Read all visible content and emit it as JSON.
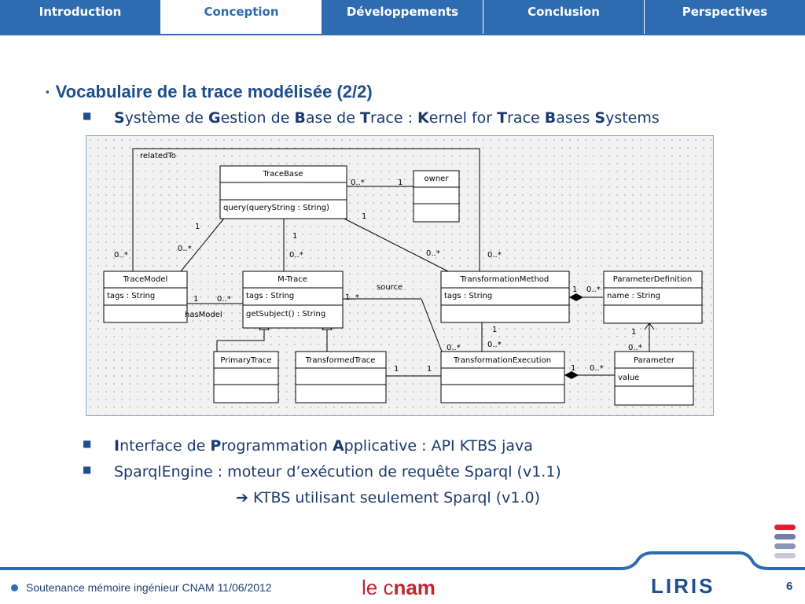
{
  "nav": {
    "tabs": [
      {
        "label": "Introduction"
      },
      {
        "label": "Conception"
      },
      {
        "label": "Développements"
      },
      {
        "label": "Conclusion"
      },
      {
        "label": "Perspectives"
      }
    ],
    "active_tab": "Conception"
  },
  "slide": {
    "heading_marker": "▪",
    "heading": "Vocabulaire de la trace modélisée (2/2)",
    "bullet1": {
      "parts": [
        "S",
        "ystème de ",
        "G",
        "estion de ",
        "B",
        "ase de ",
        "T",
        "race : ",
        "K",
        "ernel for ",
        "T",
        "race ",
        "B",
        "ases ",
        "S",
        "ystems"
      ]
    },
    "bullet2": {
      "parts": [
        "I",
        "nterface de ",
        "P",
        "rogrammation ",
        "A",
        "pplicative : API KTBS java"
      ]
    },
    "bullet3": "SparqlEngine : moteur d’exécution de requête Sparql (v1.1)",
    "arrow_line": "KTBS utilisant seulement Sparql (v1.0)"
  },
  "diagram": {
    "classes": {
      "tracebase": {
        "name": "TraceBase",
        "method": "query(queryString : String)"
      },
      "owner": {
        "name": "owner"
      },
      "tracemodel": {
        "name": "TraceModel",
        "attr": "tags : String"
      },
      "mtrace": {
        "name": "M-Trace",
        "attr": "tags : String",
        "method": "getSubject() : String"
      },
      "transformationmethod": {
        "name": "TransformationMethod",
        "attr": "tags : String"
      },
      "parameterdefinition": {
        "name": "ParameterDefinition",
        "attr": "name : String"
      },
      "primarytrace": {
        "name": "PrimaryTrace"
      },
      "transformedtrace": {
        "name": "TransformedTrace"
      },
      "transformationexecution": {
        "name": "TransformationExecution"
      },
      "parameter": {
        "name": "Parameter",
        "attr": "value"
      }
    },
    "labels": {
      "relatedTo": "relatedTo",
      "hasModel": "hasModel",
      "source": "source",
      "tb_owner_many": "0..*",
      "tb_owner_one": "1",
      "owner_one": "1",
      "tb_tm_one": "1",
      "tm_many": "0..*",
      "tb_mt_one": "1",
      "mt_many": "0..*",
      "tb_meth_many": "0..*",
      "related_many_left": "0..*",
      "related_many_right": "0..*",
      "hasmodel_one": "1",
      "hasmodel_many": "0..*",
      "source_many": "1..*",
      "meth_pd_one": "1",
      "meth_pd_many": "0..*",
      "meth_te_one": "1",
      "meth_te_many": "0..*",
      "source_te_many": "0..*",
      "tt_te_one_left": "1",
      "tt_te_one_right": "1",
      "te_param_one": "1",
      "te_param_many": "0..*",
      "pd_param_one": "1",
      "pd_param_many": "0..*"
    }
  },
  "footer": {
    "text": "Soutenance mémoire ingénieur CNAM 11/06/2012",
    "cnam_light": "le c",
    "cnam_bold": "nam",
    "liris": "LIRIS",
    "page": "6"
  },
  "colors": {
    "brand_blue": "#2f6bb0",
    "cnam_red": "#c0262f",
    "bar_red": "#e31e2c",
    "bar_slate": "#6f7fa8",
    "bar_gray": "#c8c8d4"
  }
}
